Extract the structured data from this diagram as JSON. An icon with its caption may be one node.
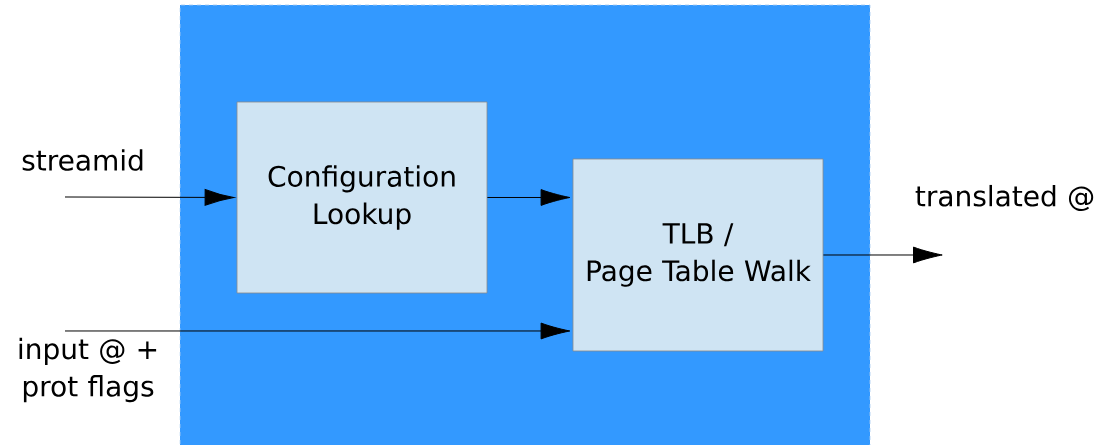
{
  "diagram": {
    "nodes": [
      {
        "text": [],
        "shape": "box"
      },
      {
        "text": [
          "Configuration Lookup"
        ],
        "in": 0
      },
      {
        "text": [
          "TLB /",
          "Page Table Walk"
        ],
        "in": 0
      },
      {
        "text": [
          "streamid"
        ]
      },
      {
        "text": [
          "input @ + prot flags"
        ]
      },
      {
        "text": [
          "translated @"
        ]
      }
    ],
    "edges": [
      {
        "from": 3,
        "to": 1,
        "arrow": "to"
      },
      {
        "from": 1,
        "to": 2,
        "arrow": "to"
      },
      {
        "from": 4,
        "to": 2,
        "arrow": "to"
      },
      {
        "from": 2,
        "to": 5,
        "arrow": "to"
      }
    ]
  }
}
